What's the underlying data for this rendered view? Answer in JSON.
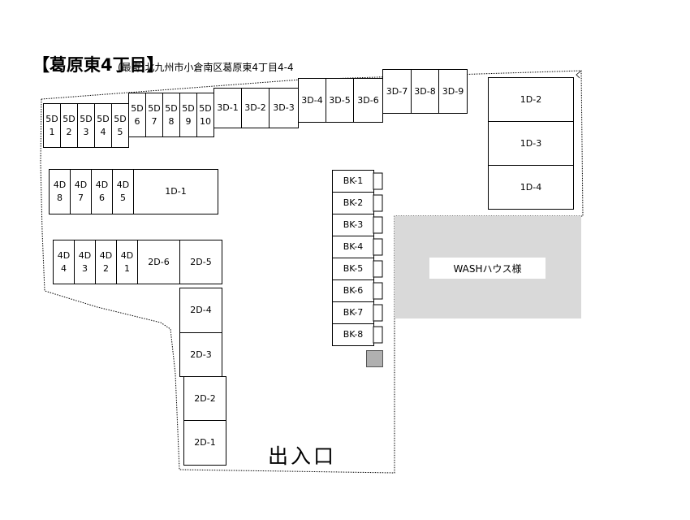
{
  "title": "【葛原東4丁目】",
  "address": "(最寄)北九州市小倉南区葛原東4丁目4-4",
  "entrance": "出入口",
  "wash_area": "WASHハウス様",
  "units_5d_a": [
    [
      "5D",
      "1"
    ],
    [
      "5D",
      "2"
    ],
    [
      "5D",
      "3"
    ],
    [
      "5D",
      "4"
    ],
    [
      "5D",
      "5"
    ]
  ],
  "units_5d_b": [
    [
      "5D",
      "6"
    ],
    [
      "5D",
      "7"
    ],
    [
      "5D",
      "8"
    ],
    [
      "5D",
      "9"
    ],
    [
      "5D",
      "10"
    ]
  ],
  "units_3d_a": [
    "3D-1",
    "3D-2",
    "3D-3"
  ],
  "units_3d_b": [
    "3D-4",
    "3D-5",
    "3D-6"
  ],
  "units_3d_c": [
    "3D-7",
    "3D-8",
    "3D-9"
  ],
  "units_1d_right": [
    "1D-2",
    "1D-3",
    "1D-4"
  ],
  "units_4d_a": [
    [
      "4D",
      "8"
    ],
    [
      "4D",
      "7"
    ],
    [
      "4D",
      "6"
    ],
    [
      "4D",
      "5"
    ]
  ],
  "unit_1d_1": "1D-1",
  "units_4d_b": [
    [
      "4D",
      "4"
    ],
    [
      "4D",
      "3"
    ],
    [
      "4D",
      "2"
    ],
    [
      "4D",
      "1"
    ]
  ],
  "units_2d_row": [
    "2D-6",
    "2D-5"
  ],
  "units_2d_col_a": [
    "2D-4",
    "2D-3"
  ],
  "units_2d_col_b": [
    "2D-2",
    "2D-1"
  ],
  "units_bk": [
    "BK-1",
    "BK-2",
    "BK-3",
    "BK-4",
    "BK-5",
    "BK-6",
    "BK-7",
    "BK-8"
  ]
}
